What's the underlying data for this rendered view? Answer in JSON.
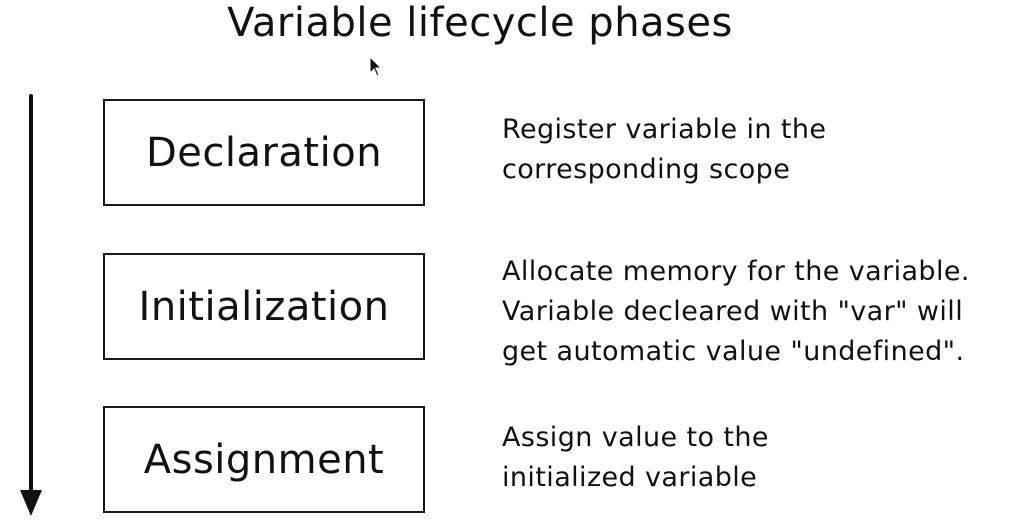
{
  "title": "Variable lifecycle phases",
  "phases": [
    {
      "label": "Declaration",
      "description": [
        "Register variable in the",
        "corresponding scope"
      ]
    },
    {
      "label": "Initialization",
      "description": [
        "Allocate memory for the variable.",
        "Variable decleared with \"var\" will",
        "get automatic value \"undefined\"."
      ]
    },
    {
      "label": "Assignment",
      "description": [
        "Assign value to the",
        "initialized variable"
      ]
    }
  ],
  "icons": {
    "timeline_arrow": "down-arrow-icon",
    "cursor": "mouse-pointer-icon"
  }
}
